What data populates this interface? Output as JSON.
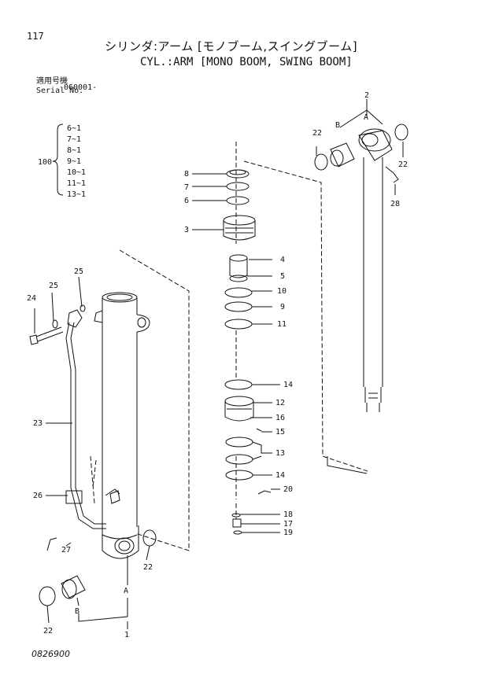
{
  "header": {
    "page_no": "117",
    "title_jp": "シリンダ:アーム [モノブーム,スイングブーム]",
    "title_en": "CYL.:ARM [MONO BOOM, SWING BOOM]",
    "serial_label_jp": "適用号機",
    "serial_label_en": "Serial No.",
    "serial_value": "060001-"
  },
  "models": {
    "group": "100",
    "items": [
      "6~1",
      "7~1",
      "8~1",
      "9~1",
      "10~1",
      "11~1",
      "13~1"
    ]
  },
  "callouts": {
    "c1": "1",
    "c2": "2",
    "c3": "3",
    "c4": "4",
    "c5": "5",
    "c6": "6",
    "c7": "7",
    "c8": "8",
    "c9": "9",
    "c10": "10",
    "c11": "11",
    "c12": "12",
    "c13": "13",
    "c14a": "14",
    "c14b": "14",
    "c15": "15",
    "c16": "16",
    "c17": "17",
    "c18": "18",
    "c19": "19",
    "c20": "20",
    "c22a": "22",
    "c22b": "22",
    "c22c": "22",
    "c22d": "22",
    "c23": "23",
    "c24": "24",
    "c25": "25",
    "c26": "26",
    "c27": "27",
    "c28": "28",
    "A1": "A",
    "B1": "B",
    "A2": "A",
    "B2": "B"
  },
  "footer": {
    "drawing_no": "0826900"
  }
}
